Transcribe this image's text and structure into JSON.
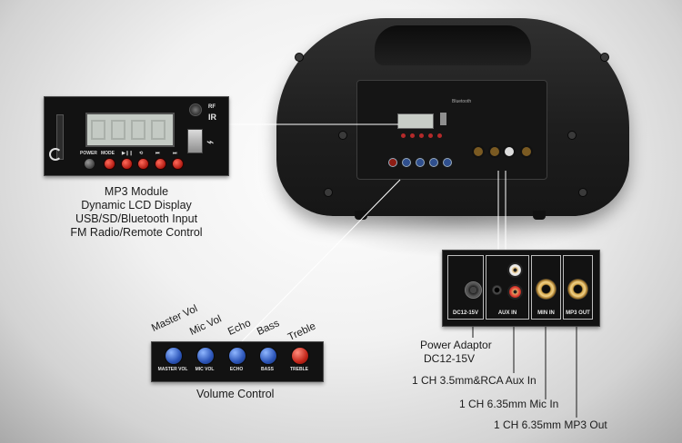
{
  "mp3_module": {
    "panel_labels": {
      "rf": "RF",
      "ir": "IR",
      "power": "POWER",
      "mode": "MODE"
    },
    "caption_lines": [
      "MP3 Module",
      "Dynamic LCD Display",
      "USB/SD/Bluetooth Input",
      "FM Radio/Remote Control"
    ]
  },
  "volume_control": {
    "knobs": [
      {
        "name": "Master Vol",
        "panel_label": "MASTER VOL",
        "color": "#2c55b8"
      },
      {
        "name": "Mic Vol",
        "panel_label": "MIC VOL",
        "color": "#2c55b8"
      },
      {
        "name": "Echo",
        "panel_label": "ECHO",
        "color": "#2c55b8"
      },
      {
        "name": "Bass",
        "panel_label": "BASS",
        "color": "#2c55b8"
      },
      {
        "name": "Treble",
        "panel_label": "TREBLE",
        "color": "#c3261a"
      }
    ],
    "caption": "Volume Control"
  },
  "rear_panel": {
    "sections": [
      "DC12-15V",
      "AUX IN",
      "MIN IN",
      "MP3 OUT"
    ],
    "descriptions": [
      "Power Adaptor",
      "DC12-15V",
      "1 CH 3.5mm&RCA Aux In",
      "1 CH 6.35mm Mic In",
      "1 CH 6.35mm MP3 Out"
    ]
  },
  "speaker_panel": {
    "brand_mark": "Bluetooth"
  },
  "colors": {
    "knob_blue": "#2c55b8",
    "knob_red": "#c3261a",
    "button_red": "#b11b12",
    "panel_black": "#121212"
  }
}
